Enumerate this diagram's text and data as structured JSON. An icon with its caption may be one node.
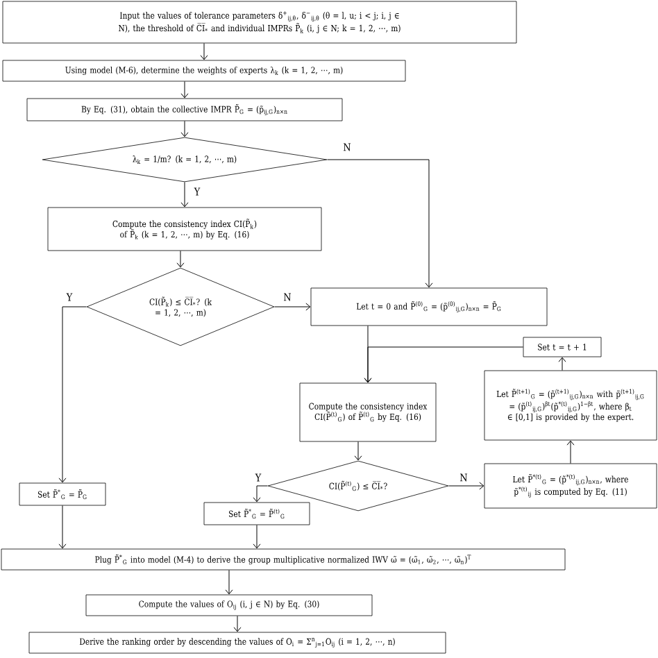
{
  "diagram": {
    "nodes": [
      {
        "text": [
          "Input the values of tolerance parameters δ$^{+}$$_{ij,θ}$, δ$^{−}$$_{ij,θ}$ (θ = l, u; i < j; i, j ∈ N), the threshold of C̅I̅$_{*}$ and individual IMPRs P̃$_{k}$ (i, j ∈ N; k = 1, 2, ⋯, m)"
        ]
      },
      {
        "text": [
          "Using model (M-6), determine the weights of experts λ$_{k}$ (k = 1, 2, ⋯, m)"
        ]
      },
      {
        "text": [
          "By Eq. (31), obtain the collective IMPR P̃$_{G}$ = (p̃$_{ij,G}$)$_{n×n}$"
        ]
      },
      {
        "text": [
          "λ$_{k}$ = 1/m? (k = 1, 2, ⋯, m)"
        ]
      },
      {
        "text": [
          "Compute the consistency index CI(P̃$_{k}$) of P̃$_{k}$ (k = 1, 2, ⋯, m) by Eq. (16)"
        ]
      },
      {
        "text": [
          "CI(P̃$_{k}$) ≤ C̅I̅$_{*}$? (k = 1, 2, ⋯, m)"
        ]
      },
      {
        "text": [
          "Let t = 0 and P̃$^{(0)}$$_{G}$ = (p̃$^{(0)}$$_{ij,G}$)$_{n×n}$ = P̃$_{G}$"
        ]
      },
      {
        "text": [
          "Set t = t + 1"
        ]
      },
      {
        "text": [
          "Compute the consistency index CI(P̃$^{(t)}$$_{G}$) of P̃$^{(t)}$$_{G}$ by Eq. (16)"
        ]
      },
      {
        "text": [
          "Let P̃$^{(t+1)}$$_{G}$ = (p̃$^{(t+1)}$$_{ij,G}$)$_{n×n}$ with p̃$^{(t+1)}$$_{ij,G}$ = (p̃$^{(t)}$$_{ij,G}$)$^{βt}$(p̃$^{*(t)}$$_{ij,G}$)$^{1−βt}$, where β$_{t}$ ∈ [0,1] is provided by the expert."
        ]
      },
      {
        "text": [
          "CI(P̃$^{(t)}$$_{G}$) ≤ C̅I̅$_{*}$?"
        ]
      },
      {
        "text": [
          "Let P̃$^{*(t)}$$_{G}$ = (p̃$^{*(t)}$$_{ij,G}$)$_{n×n}$, where p̃$^{*(t)}$$_{ij}$ is computed by Eq. (11)"
        ]
      },
      {
        "text": [
          "Set P̃$^{*}$$_{G}$ = P̃$_{G}$"
        ]
      },
      {
        "text": [
          "Set P̃$^{*}$$_{G}$ = P̃$^{(t)}$$_{G}$"
        ]
      },
      {
        "text": [
          "Plug P̃$^{*}$$_{G}$ into model (M-4) to derive the group multiplicative normalized IWV ω̃ = (ω̃$_{1}$, ω̃$_{2}$, ⋯, ω̃$_{n}$)$^{T}$"
        ]
      },
      {
        "text": [
          "Compute the values of O$_{ij}$ (i, j ∈ N) by Eq. (30)"
        ]
      },
      {
        "text": [
          "Derive the ranking order by descending the values of O$_{i}$ = Σ$^{n}$$_{j=1}$O$_{ij}$ (i = 1, 2, ⋯, n)"
        ]
      }
    ],
    "edges": [
      {
        "from": 0,
        "to": 1,
        "arrow": "to"
      },
      {
        "from": 1,
        "to": 2,
        "arrow": "to"
      },
      {
        "from": 2,
        "to": 3,
        "arrow": "to"
      },
      {
        "from": 3,
        "to": 4,
        "arrow": "to",
        "label": "Y"
      },
      {
        "from": 3,
        "to": 6,
        "arrow": "to",
        "label": "N"
      },
      {
        "from": 4,
        "to": 5,
        "arrow": "to"
      },
      {
        "from": 5,
        "to": 6,
        "arrow": "to",
        "label": "N"
      },
      {
        "from": 5,
        "to": 12,
        "arrow": "to",
        "label": "Y"
      },
      {
        "from": 6,
        "to": 8,
        "arrow": "to"
      },
      {
        "from": 7,
        "to": 8,
        "arrow": "to"
      },
      {
        "from": 9,
        "to": 7,
        "arrow": "to"
      },
      {
        "from": 8,
        "to": 10,
        "arrow": "to"
      },
      {
        "from": 10,
        "to": 11,
        "arrow": "to",
        "label": "N"
      },
      {
        "from": 11,
        "to": 9,
        "arrow": "to"
      },
      {
        "from": 10,
        "to": 13,
        "arrow": "to",
        "label": "Y"
      },
      {
        "from": 12,
        "to": 14,
        "arrow": "to"
      },
      {
        "from": 13,
        "to": 14,
        "arrow": "to"
      },
      {
        "from": 14,
        "to": 15,
        "arrow": "to"
      },
      {
        "from": 15,
        "to": 16,
        "arrow": "to"
      }
    ]
  }
}
